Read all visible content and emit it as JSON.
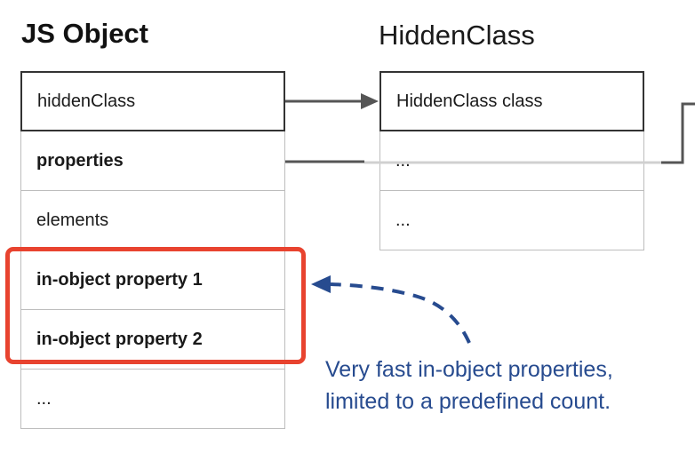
{
  "js_object": {
    "title": "JS Object",
    "rows": [
      {
        "label": "hiddenClass",
        "bold": false
      },
      {
        "label": "properties",
        "bold": true
      },
      {
        "label": "elements",
        "bold": false
      },
      {
        "label": "in-object property 1",
        "bold": true
      },
      {
        "label": "in-object property 2",
        "bold": true
      },
      {
        "label": "...",
        "bold": false
      }
    ]
  },
  "hidden_class": {
    "title": "HiddenClass",
    "rows": [
      {
        "label": "HiddenClass class"
      },
      {
        "label": "..."
      },
      {
        "label": "..."
      }
    ]
  },
  "annotation": {
    "line1": "Very fast in-object properties,",
    "line2": "limited to a predefined count."
  },
  "colors": {
    "highlight": "#e8432f",
    "annotation": "#274b8f",
    "connector": "#555555"
  }
}
